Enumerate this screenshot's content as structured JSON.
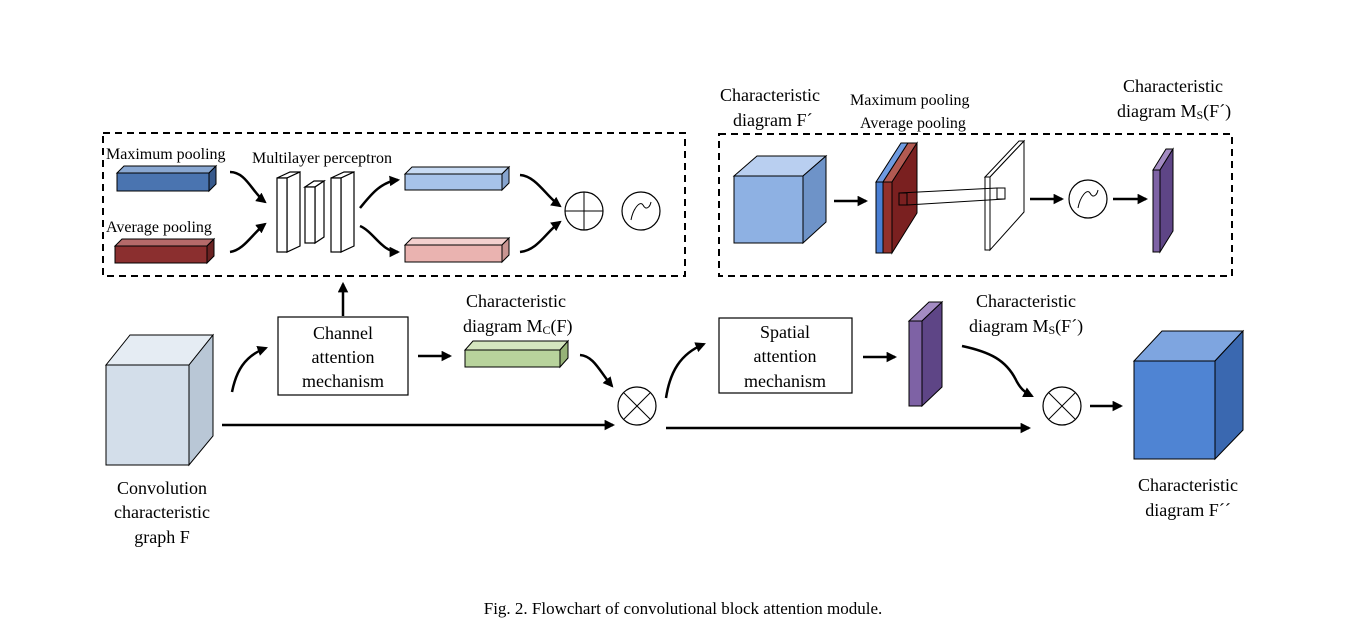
{
  "colors": {
    "max_pool_bar": "#4a74b0",
    "avg_pool_bar": "#8b2f2f",
    "mlp_out_top": "#a7c3ea",
    "mlp_out_bottom": "#eab3b0",
    "input_cube": "#d3deea",
    "spatial_input_cube": "#8eb1e3",
    "channel_map": "#b8d39c",
    "spatial_map": "#7e62a5",
    "output_cube": "#4f84d3"
  },
  "channel_module": {
    "max_pooling_label": "Maximum pooling",
    "avg_pooling_label": "Average pooling",
    "mlp_label": "Multilayer perceptron"
  },
  "spatial_module": {
    "input_label_line1": "Characteristic",
    "input_label_line2": "diagram F´",
    "pool_label_line1": "Maximum pooling",
    "pool_label_line2": "Average pooling",
    "output_label_line1": "Characteristic",
    "output_label_line2_main": "diagram M",
    "output_label_line2_sub": "S",
    "output_label_line2_tail": "(F´)"
  },
  "main_flow": {
    "input_label_line1": "Convolution",
    "input_label_line2": "characteristic",
    "input_label_line3": "graph F",
    "cam_line1": "Channel",
    "cam_line2": "attention",
    "cam_line3": "mechanism",
    "mc_label_line1": "Characteristic",
    "mc_label_line2_main": "diagram M",
    "mc_label_line2_sub": "C",
    "mc_label_line2_tail": "(F)",
    "sam_line1": "Spatial",
    "sam_line2": "attention",
    "sam_line3": "mechanism",
    "ms_label_line1": "Characteristic",
    "ms_label_line2_main": "diagram M",
    "ms_label_line2_sub": "S",
    "ms_label_line2_tail": "(F´)",
    "output_label_line1": "Characteristic",
    "output_label_line2": "diagram F´´"
  },
  "caption": "Fig. 2.  Flowchart of convolutional block attention module."
}
